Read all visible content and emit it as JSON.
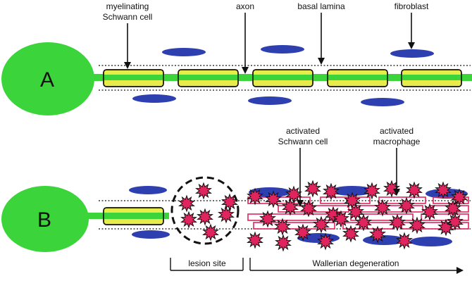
{
  "colors": {
    "neuron": "#3bd43b",
    "axon": "#3bd43b",
    "schwann": "#e8ec4a",
    "fibroblast": "#2e3fb0",
    "macrophage": "#e0245e",
    "stroke": "#111111",
    "activated_schwann_outline": "#e0245e"
  },
  "panel_a": {
    "letter": "A",
    "labels": {
      "schwann_line1": "myelinating",
      "schwann_line2": "Schwann cell",
      "axon": "axon",
      "basal_lamina": "basal lamina",
      "fibroblast": "fibroblast"
    }
  },
  "panel_b": {
    "letter": "B",
    "labels": {
      "activated_schwann_line1": "activated",
      "activated_schwann_line2": "Schwann cell",
      "macrophage_line1": "activated",
      "macrophage_line2": "macrophage"
    },
    "footer": {
      "lesion_site": "lesion site",
      "wallerian": "Wallerian degeneration"
    }
  }
}
